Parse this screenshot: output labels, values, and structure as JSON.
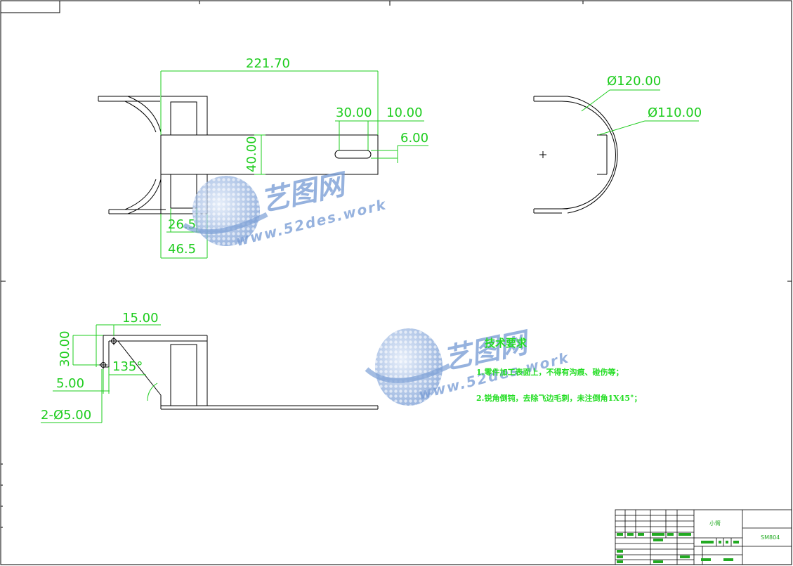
{
  "top_view": {
    "dim_length": "221.70",
    "dim_slot_length": "30.00",
    "dim_end": "10.00",
    "dim_slot_width": "6.00",
    "dim_height": "40.00",
    "dim_inner": "26.5",
    "dim_outer": "46.5"
  },
  "side_view": {
    "dim_outer_dia": "Ø120.00",
    "dim_inner_dia": "Ø110.00"
  },
  "front_view": {
    "dim_offset": "15.00",
    "dim_hole_spacing": "30.00",
    "dim_angle": "135°",
    "dim_edge": "5.00",
    "dim_holes": "2-Ø5.00"
  },
  "tech_requirements": {
    "title": "技术要求",
    "line1": "1.零件加工表面上，不得有沟痕、碰伤等；",
    "line2": "2.锐角倒钝，去除飞边毛刺，未注倒角1X45°；"
  },
  "title_block": {
    "part_name": "小臂",
    "drawing_no": "SM804"
  },
  "watermark": {
    "brand": "艺图网",
    "site": "www.52des.work"
  },
  "colors": {
    "geometry": "#000000",
    "dimension": "#1dcc1d",
    "watermark": "#7c9fd6"
  }
}
